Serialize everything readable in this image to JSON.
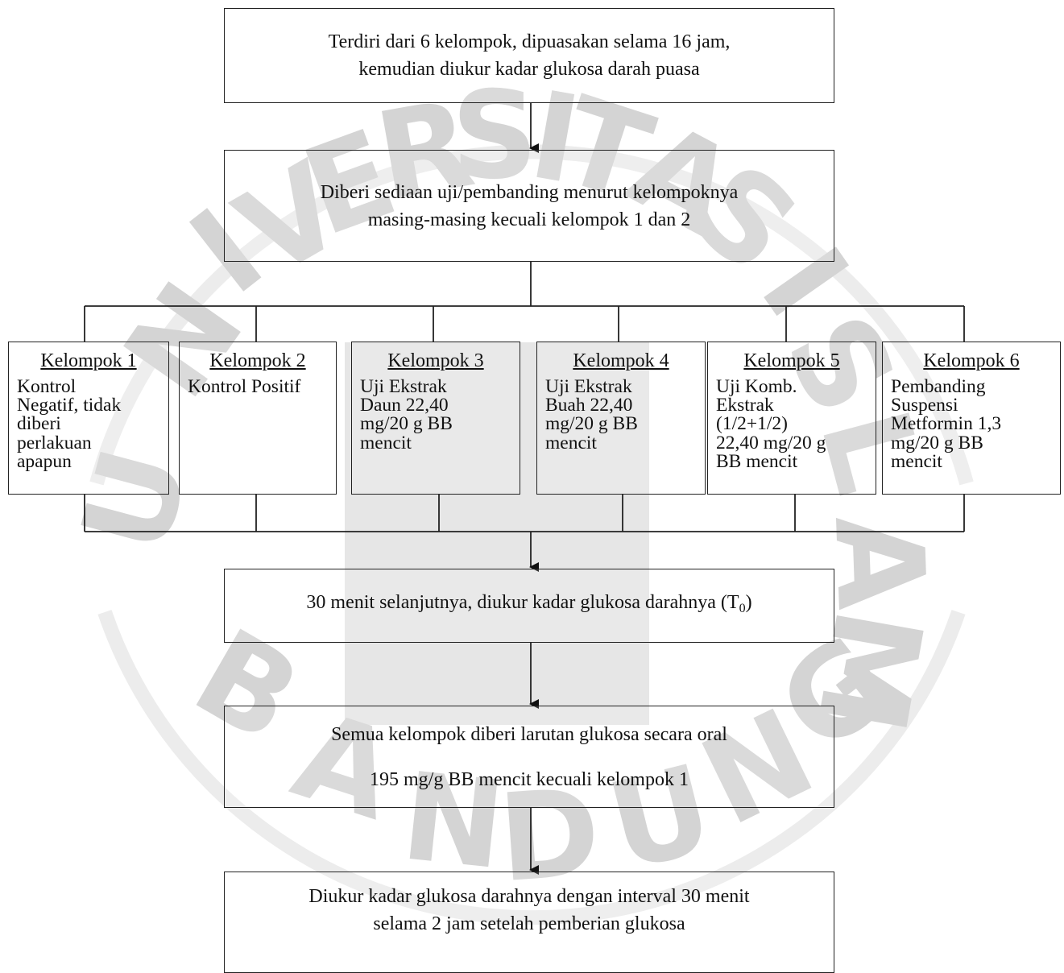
{
  "flowchart": {
    "step1": {
      "lines": [
        "Terdiri dari 6 kelompok, dipuasakan selama 16 jam,",
        "kemudian diukur kadar glukosa darah puasa"
      ]
    },
    "step2": {
      "lines": [
        "Diberi sediaan uji/pembanding menurut kelompoknya",
        "masing-masing kecuali kelompok 1 dan 2"
      ]
    },
    "groups": [
      {
        "title": "Kelompok  1",
        "lines": [
          "Kontrol",
          "Negatif, tidak",
          "diberi",
          "perlakuan",
          "apapun"
        ]
      },
      {
        "title": "Kelompok  2",
        "lines": [
          "Kontrol Positif"
        ]
      },
      {
        "title": "Kelompok  3",
        "lines": [
          "Uji  Ekstrak",
          "Daun 22,40",
          "mg/20 g BB",
          "mencit"
        ]
      },
      {
        "title": "Kelompok  4",
        "lines": [
          "Uji  Ekstrak",
          "Buah 22,40",
          "mg/20 g BB",
          "mencit"
        ]
      },
      {
        "title": "Kelompok  5",
        "lines": [
          "Uji  Komb.",
          "Ekstrak",
          "(1/2+1/2)",
          "22,40 mg/20 g",
          "BB mencit"
        ]
      },
      {
        "title": "Kelompok  6",
        "lines": [
          "Pembanding",
          "Suspensi",
          "Metformin 1,3",
          "mg/20 g BB",
          "mencit"
        ]
      }
    ],
    "step3": {
      "text": "30 menit selanjutnya, diukur kadar glukosa darahnya (T",
      "subscript": "0",
      "close": ")"
    },
    "step4": {
      "lines": [
        "Semua kelompok diberi larutan glukosa secara oral",
        "195 mg/g BB mencit kecuali kelompok 1"
      ]
    },
    "step5": {
      "lines": [
        "Diukur kadar glukosa darahnya dengan interval 30 menit",
        "selama 2 jam setelah pemberian glukosa"
      ]
    }
  },
  "watermark": {
    "text": "UNIVERSITAS ISLAM BANDUNG",
    "color": "#d6d6d6"
  }
}
